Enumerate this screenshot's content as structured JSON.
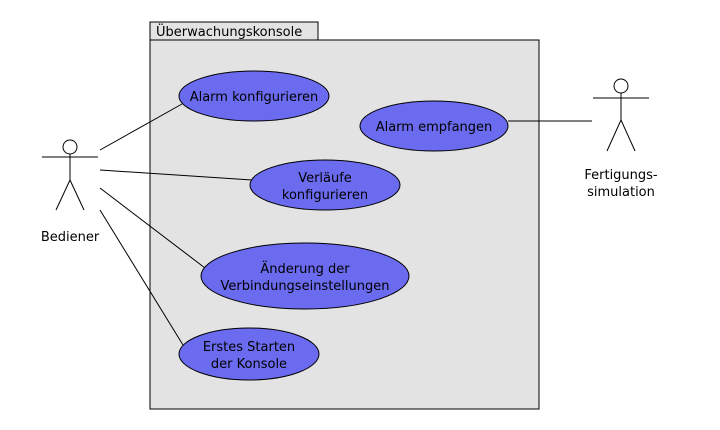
{
  "system": {
    "title": "Überwachungskonsole"
  },
  "actors": {
    "operator": {
      "label": "Bediener"
    },
    "simulation": {
      "label_lines": [
        "Fertigungs-",
        "simulation"
      ]
    }
  },
  "use_cases": {
    "configure_alarm": {
      "lines": [
        "Alarm konfigurieren"
      ]
    },
    "configure_trends": {
      "lines": [
        "Verläufe",
        "konfigurieren"
      ]
    },
    "change_connection": {
      "lines": [
        "Änderung der",
        "Verbindungseinstellungen"
      ]
    },
    "first_start": {
      "lines": [
        "Erstes Starten",
        "der Konsole"
      ]
    },
    "receive_alarm": {
      "lines": [
        "Alarm empfangen"
      ]
    }
  },
  "colors": {
    "use_case_fill": "#6b6bf0",
    "system_fill": "#e3e3e3",
    "stroke": "#000000"
  }
}
